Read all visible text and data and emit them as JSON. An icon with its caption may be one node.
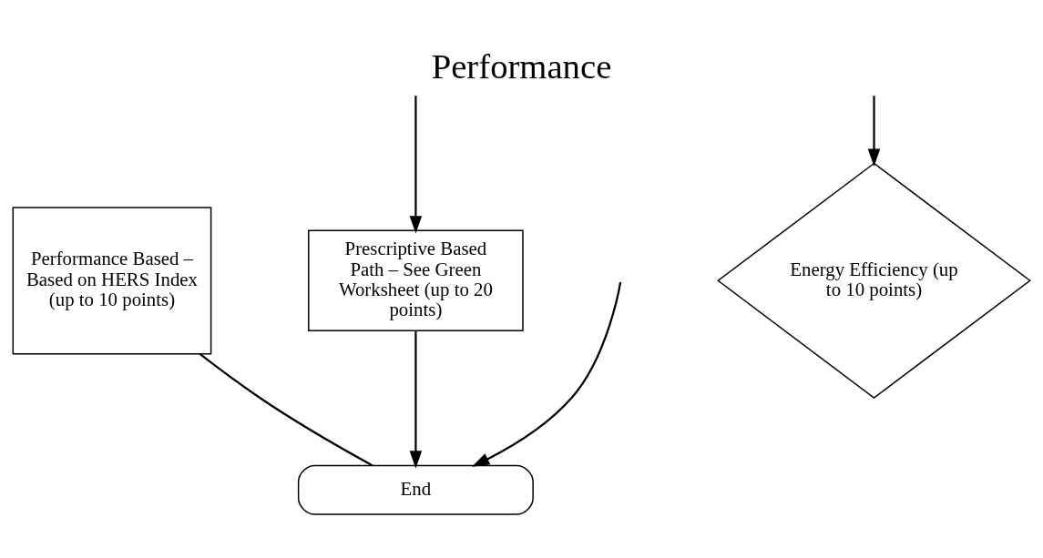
{
  "diagram": {
    "title": "Performance",
    "nodes": [
      {
        "text": [
          "Performance Based – Based on HERS Index (up to 10 points)"
        ]
      },
      {
        "text": [
          "Energy Efficiency (up to 10 points)"
        ]
      },
      {
        "text": [
          "Prescriptive Based Path – See Green Worksheet (up to 20 points)"
        ]
      },
      {
        "text": [
          "End"
        ]
      }
    ],
    "edges": [
      {
        "from": null,
        "to": 1,
        "arrow": "to"
      },
      {
        "from": null,
        "to": 2,
        "arrow": "to"
      },
      {
        "from": 0,
        "to": 3,
        "arrow": "none"
      },
      {
        "from": 2,
        "to": 3,
        "arrow": "to"
      },
      {
        "from": null,
        "to": 3,
        "arrow": "to"
      }
    ]
  }
}
